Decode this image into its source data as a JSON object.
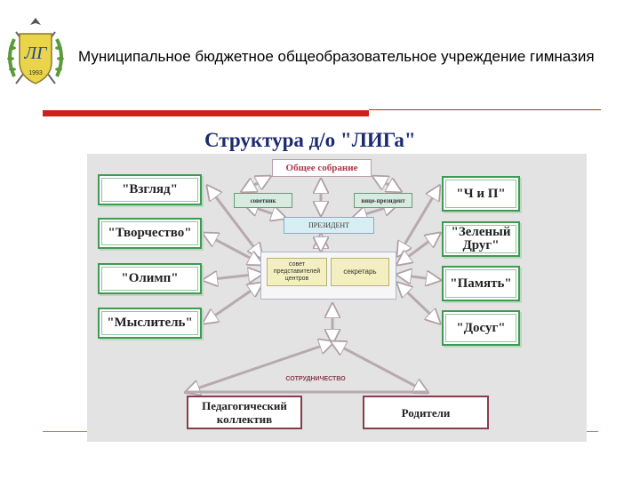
{
  "header": {
    "institution": "Муниципальное  бюджетное общеобразовательное учреждение гимназия",
    "logo_monogram": "ЛГ",
    "logo_year": "1993"
  },
  "title": "Структура д/о \"ЛИГа\"",
  "diagram": {
    "general_meeting": "Общее собрание",
    "advisor": "советник",
    "vice_president": "вице-президент",
    "president": "ПРЕЗИДЕНТ",
    "council": "совет представителей центров",
    "secretary": "секретарь",
    "left_units": [
      "\"Взгляд\"",
      "\"Творчество\"",
      "\"Олимп\"",
      "\"Мыслитель\""
    ],
    "right_units": [
      "\"Ч и П\"",
      "\"Зеленый Друг\"",
      "\"Память\"",
      "\"Досуг\""
    ],
    "cooperation": "СОТРУДНИЧЕСТВО",
    "teachers": "Педагогический коллектив",
    "parents": "Родители"
  },
  "colors": {
    "accent_red": "#d0201a",
    "title_blue": "#1c2b6e",
    "unit_border_green": "#3e9a52",
    "bottom_border_maroon": "#8a3c4c",
    "president_fill": "#d9eef3",
    "council_fill": "#f3efc0"
  }
}
